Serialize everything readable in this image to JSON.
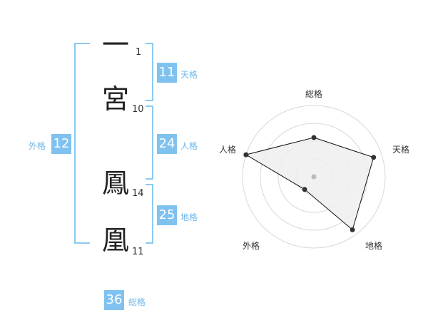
{
  "characters": [
    {
      "char": "一",
      "strokes": "1"
    },
    {
      "char": "宮",
      "strokes": "10"
    },
    {
      "char": "鳳",
      "strokes": "14"
    },
    {
      "char": "凰",
      "strokes": "11"
    }
  ],
  "fortunes": {
    "tenkaku": {
      "value": "11",
      "label": "天格"
    },
    "jinkaku": {
      "value": "24",
      "label": "人格"
    },
    "chikaku": {
      "value": "25",
      "label": "地格"
    },
    "gaikaku": {
      "value": "12",
      "label": "外格"
    },
    "soukaku": {
      "value": "36",
      "label": "総格"
    }
  },
  "chart_data": {
    "type": "radar",
    "axes": [
      "総格",
      "天格",
      "地格",
      "外格",
      "人格"
    ],
    "values": [
      0.55,
      0.88,
      0.92,
      0.22,
      1.0
    ],
    "range": [
      0,
      1
    ],
    "rings": 4,
    "colors": {
      "fill": "#efefef",
      "line": "#111111",
      "ring": "#d8d8d8"
    }
  }
}
